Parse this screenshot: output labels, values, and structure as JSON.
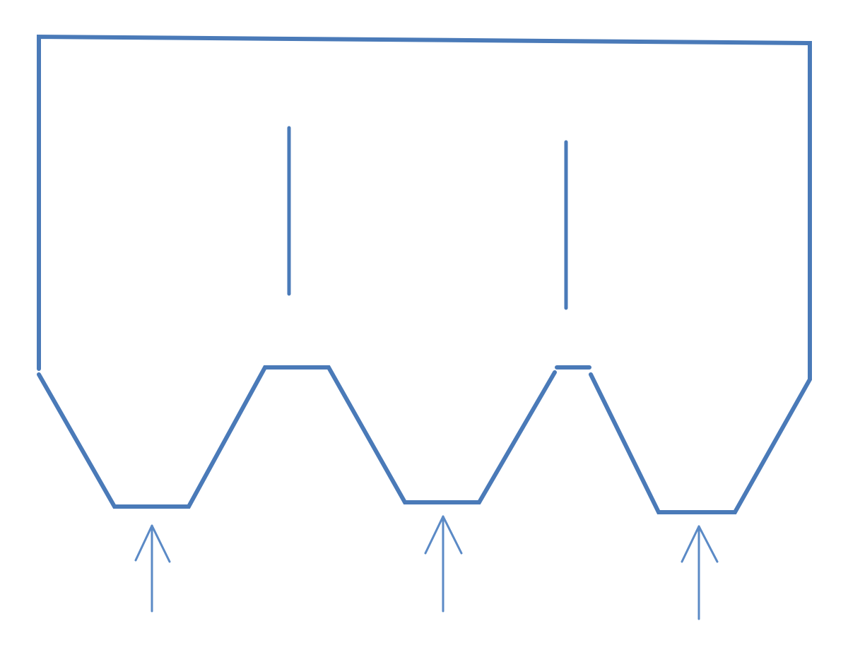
{
  "diagram": {
    "line_color": "#4a7ab8",
    "arrow_color": "#5b8ac6",
    "background": "#ffffff",
    "hoppers": [
      {
        "id": "left"
      },
      {
        "id": "middle"
      },
      {
        "id": "right"
      }
    ],
    "baffles": [
      {
        "id": "left-baffle"
      },
      {
        "id": "right-baffle"
      }
    ],
    "inlet_arrows": [
      {
        "id": "left",
        "direction": "up"
      },
      {
        "id": "middle",
        "direction": "up"
      },
      {
        "id": "right",
        "direction": "up"
      }
    ]
  }
}
